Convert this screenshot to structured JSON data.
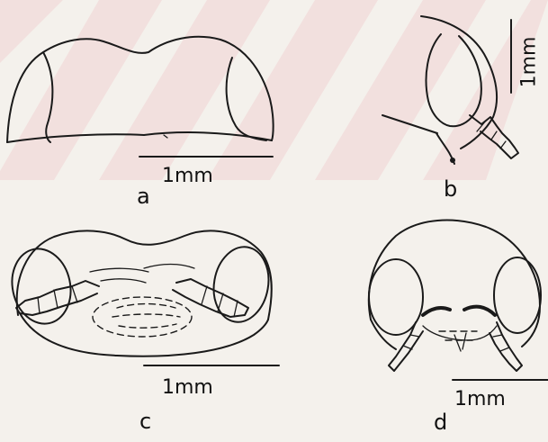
{
  "panels": [
    {
      "id": "a",
      "letter": "a",
      "scale_label": "1mm"
    },
    {
      "id": "b",
      "letter": "b",
      "scale_label": "1mm"
    },
    {
      "id": "c",
      "letter": "c",
      "scale_label": "1mm"
    },
    {
      "id": "d",
      "letter": "d",
      "scale_label": "1mm"
    }
  ],
  "colors": {
    "ink": "#1a1a1a",
    "paper": "#f4f1ec",
    "watermark": "#f2d3d3"
  }
}
